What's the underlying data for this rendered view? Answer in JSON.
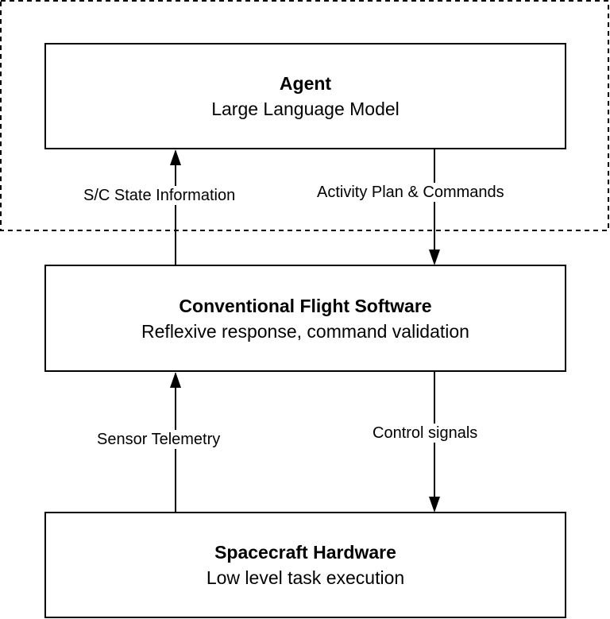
{
  "boxes": {
    "agent": {
      "title": "Agent",
      "subtitle": "Large Language Model"
    },
    "flight_software": {
      "title": "Conventional Flight Software",
      "subtitle": "Reflexive response, command validation"
    },
    "hardware": {
      "title": "Spacecraft Hardware",
      "subtitle": "Low level task execution"
    }
  },
  "arrows": {
    "state_info": "S/C State Information",
    "activity_plan": "Activity Plan & Commands",
    "sensor_telemetry": "Sensor Telemetry",
    "control_signals": "Control signals"
  },
  "colors": {
    "line": "#000000",
    "background": "#ffffff"
  }
}
